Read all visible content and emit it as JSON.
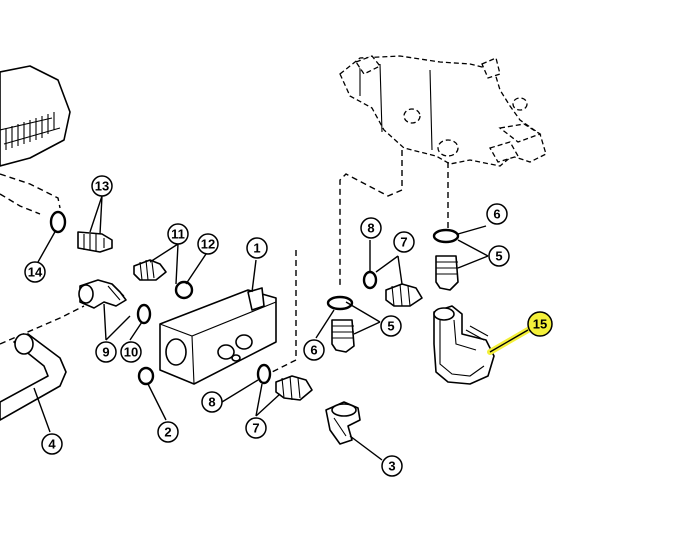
{
  "callouts": {
    "c1": "1",
    "c2": "2",
    "c3": "3",
    "c4": "4",
    "c5a": "5",
    "c5b": "5",
    "c6a": "6",
    "c6b": "6",
    "c7a": "7",
    "c7b": "7",
    "c8a": "8",
    "c8b": "8",
    "c9": "9",
    "c10": "10",
    "c11": "11",
    "c12": "12",
    "c13": "13",
    "c14": "14",
    "c15": "15"
  },
  "highlight": {
    "callout": "15",
    "color": "#f4f03a"
  }
}
